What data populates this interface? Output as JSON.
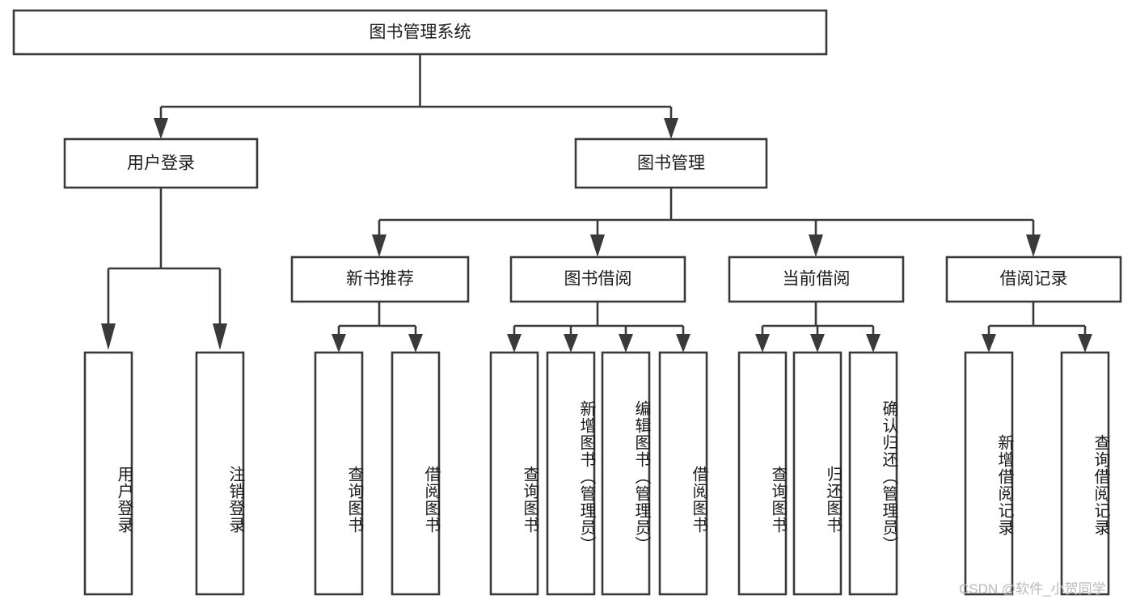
{
  "diagram": {
    "type": "tree-hierarchy",
    "orientation": "top-down",
    "root": {
      "id": "root",
      "label": "图书管理系统",
      "orientation": "horizontal"
    },
    "level1": [
      {
        "id": "user-login",
        "label": "用户登录",
        "orientation": "horizontal"
      },
      {
        "id": "book-manage",
        "label": "图书管理",
        "orientation": "horizontal"
      }
    ],
    "level2": [
      {
        "id": "new-book-recommend",
        "label": "新书推荐",
        "parent": "book-manage",
        "orientation": "horizontal"
      },
      {
        "id": "book-borrow",
        "label": "图书借阅",
        "parent": "book-manage",
        "orientation": "horizontal"
      },
      {
        "id": "current-borrow",
        "label": "当前借阅",
        "parent": "book-manage",
        "orientation": "horizontal"
      },
      {
        "id": "borrow-record",
        "label": "借阅记录",
        "parent": "book-manage",
        "orientation": "horizontal"
      }
    ],
    "leaves": [
      {
        "id": "leaf-user-login",
        "label": "用户登录",
        "parent": "user-login",
        "orientation": "vertical"
      },
      {
        "id": "leaf-logout-login",
        "label": "注销登录",
        "parent": "user-login",
        "orientation": "vertical"
      },
      {
        "id": "leaf-query-book-1",
        "label": "查询图书",
        "parent": "new-book-recommend",
        "orientation": "vertical"
      },
      {
        "id": "leaf-borrow-book-1",
        "label": "借阅图书",
        "parent": "new-book-recommend",
        "orientation": "vertical"
      },
      {
        "id": "leaf-query-book-2",
        "label": "查询图书",
        "parent": "book-borrow",
        "orientation": "vertical"
      },
      {
        "id": "leaf-add-book",
        "label": "新增图书（管理员）",
        "parent": "book-borrow",
        "orientation": "vertical"
      },
      {
        "id": "leaf-edit-book",
        "label": "编辑图书（管理员）",
        "parent": "book-borrow",
        "orientation": "vertical"
      },
      {
        "id": "leaf-borrow-book-2",
        "label": "借阅图书",
        "parent": "book-borrow",
        "orientation": "vertical"
      },
      {
        "id": "leaf-query-book-3",
        "label": "查询图书",
        "parent": "current-borrow",
        "orientation": "vertical"
      },
      {
        "id": "leaf-return-book",
        "label": "归还图书",
        "parent": "current-borrow",
        "orientation": "vertical"
      },
      {
        "id": "leaf-confirm-return",
        "label": "确认归还（管理员）",
        "parent": "current-borrow",
        "orientation": "vertical"
      },
      {
        "id": "leaf-add-record",
        "label": "新增借阅记录",
        "parent": "borrow-record",
        "orientation": "vertical"
      },
      {
        "id": "leaf-query-record",
        "label": "查询借阅记录",
        "parent": "borrow-record",
        "orientation": "vertical"
      }
    ]
  },
  "watermark": {
    "text": "CSDN @软件_小贺同学"
  },
  "colors": {
    "stroke": "#3a3a3a",
    "fill": "#ffffff",
    "text": "#1b1b1b",
    "watermark": "#b9b9b9",
    "background": "#ffffff"
  }
}
